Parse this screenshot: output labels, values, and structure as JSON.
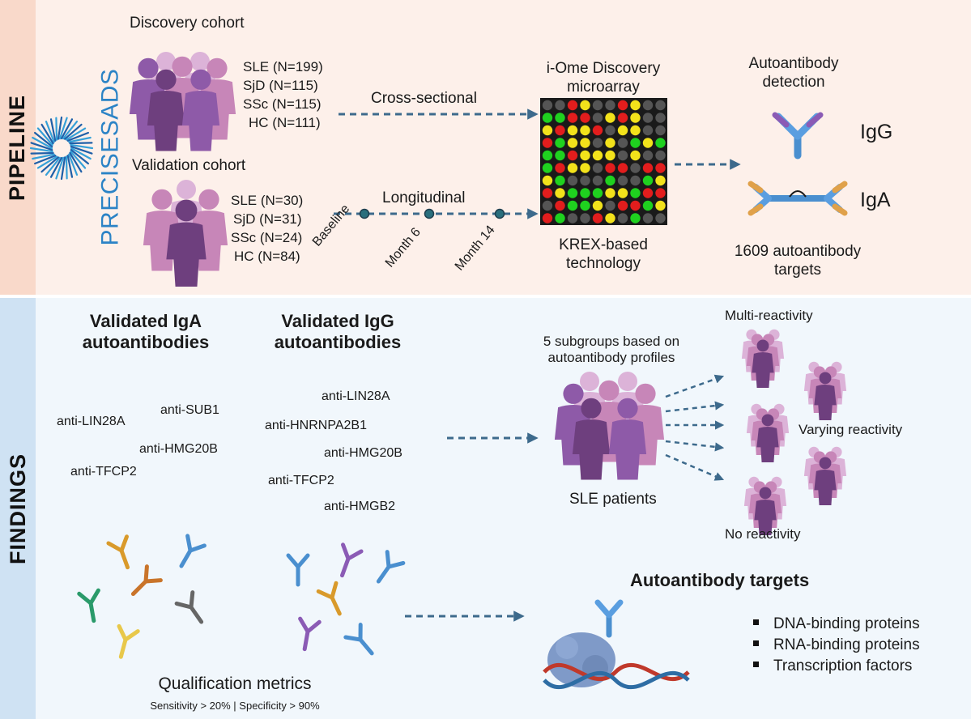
{
  "pipeline": {
    "label": "PIPELINE",
    "logo_text": "PRECISESADS",
    "discovery_title": "Discovery cohort",
    "discovery_groups": [
      "SLE (N=199)",
      "SjD (N=115)",
      "SSc (N=115)",
      "HC (N=111)"
    ],
    "validation_title": "Validation cohort",
    "validation_groups": [
      "SLE (N=30)",
      "SjD (N=31)",
      "SSc (N=24)",
      "HC (N=84)"
    ],
    "cross_sectional": "Cross-sectional",
    "longitudinal": "Longitudinal",
    "timepoints": [
      "Baseline",
      "Month 6",
      "Month 14"
    ],
    "microarray_title": [
      "i-Ome Discovery",
      "microarray"
    ],
    "microarray_caption": [
      "KREX-based",
      "technology"
    ],
    "detection_title": [
      "Autoantibody",
      "detection"
    ],
    "igg": "IgG",
    "iga": "IgA",
    "targets_caption": [
      "1609 autoantibody",
      "targets"
    ]
  },
  "findings": {
    "label": "FINDINGS",
    "iga_title": [
      "Validated IgA",
      "autoantibodies"
    ],
    "iga_list": [
      "anti-SUB1",
      "anti-LIN28A",
      "anti-HMG20B",
      "anti-TFCP2"
    ],
    "igg_title": [
      "Validated IgG",
      "autoantibodies"
    ],
    "igg_list": [
      "anti-LIN28A",
      "anti-HNRNPA2B1",
      "anti-HMG20B",
      "anti-TFCP2",
      "anti-HMGB2"
    ],
    "subgroups_caption": [
      "5 subgroups based on",
      "autoantibody profiles"
    ],
    "sle_patients": "SLE patients",
    "multi_reactivity": "Multi-reactivity",
    "varying_reactivity": "Varying reactivity",
    "no_reactivity": "No reactivity",
    "qualification_title": "Qualification metrics",
    "qualification_detail": "Sensitivity > 20% | Specificity > 90%",
    "targets_title": "Autoantibody targets",
    "targets_list": [
      "DNA-binding proteins",
      "RNA-binding proteins",
      "Transcription factors"
    ]
  },
  "colors": {
    "pipeline_bg": "#fdf0ea",
    "pipeline_band": "#f9d9ca",
    "findings_bg": "#f1f7fc",
    "findings_band": "#cfe2f3",
    "arrow": "#3d6a8c",
    "people_purple": "#8e5aa8",
    "people_pink": "#c786b8"
  }
}
